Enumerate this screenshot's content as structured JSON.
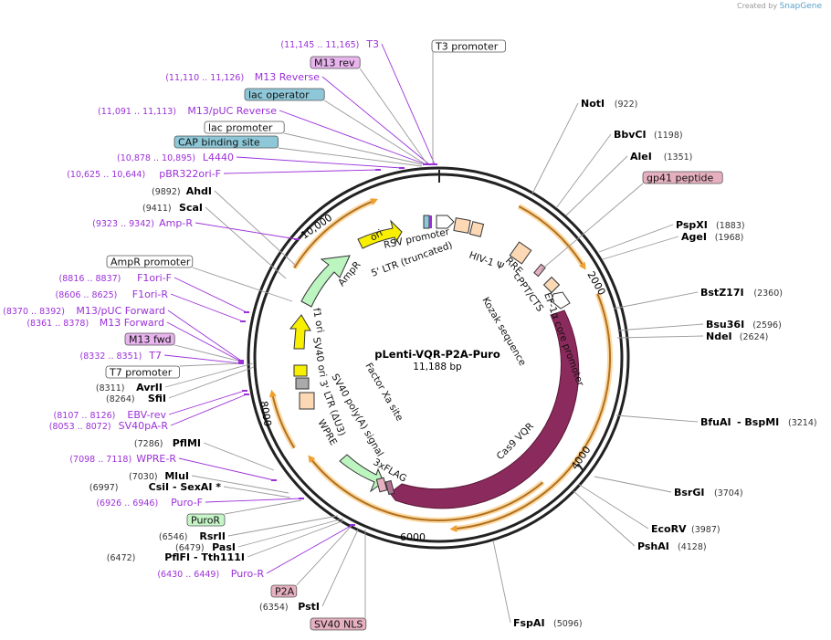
{
  "credit": {
    "prefix": "Created by",
    "brand": "SnapGene"
  },
  "plasmid": {
    "name": "pLenti-VQR-P2A-Puro",
    "length": "11,188 bp"
  },
  "colors": {
    "primer": "#9b30d9",
    "backbone": "#222222",
    "orange": "#f0a030",
    "cas9": "#8b2a5c",
    "ampr": "#bdf5c0",
    "ori": "#f8f000"
  },
  "ticks": [
    {
      "label": "2000"
    },
    {
      "label": "4000"
    },
    {
      "label": "6000"
    },
    {
      "label": "8000"
    },
    {
      "label": "10,000"
    }
  ],
  "enzymes_right": [
    {
      "name": "NotI",
      "pos": "(922)"
    },
    {
      "name": "BbvCI",
      "pos": "(1198)"
    },
    {
      "name": "AleI",
      "pos": "(1351)"
    },
    {
      "name": "PspXI",
      "pos": "(1883)"
    },
    {
      "name": "AgeI",
      "pos": "(1968)"
    },
    {
      "name": "BstZ17I",
      "pos": "(2360)"
    },
    {
      "name": "Bsu36I",
      "pos": "(2596)"
    },
    {
      "name": "NdeI",
      "pos": "(2624)"
    },
    {
      "name": "BfuAI",
      "name2": "BspMI",
      "pos": "(3214)"
    },
    {
      "name": "BsrGI",
      "pos": "(3704)"
    },
    {
      "name": "EcoRV",
      "pos": "(3987)"
    },
    {
      "name": "PshAI",
      "pos": "(4128)"
    },
    {
      "name": "FspAI",
      "pos": "(5096)"
    }
  ],
  "enzymes_left": [
    {
      "name": "AhdI",
      "pos": "(9892)"
    },
    {
      "name": "ScaI",
      "pos": "(9411)"
    },
    {
      "name": "AvrII",
      "pos": "(8311)"
    },
    {
      "name": "SfiI",
      "pos": "(8264)"
    },
    {
      "name": "PflMI",
      "pos": "(7286)"
    },
    {
      "name": "MluI",
      "pos": "(7030)"
    },
    {
      "name": "CsiI",
      "name2": "SexAI *",
      "pos": "(6997)"
    },
    {
      "name": "RsrII",
      "pos": "(6546)"
    },
    {
      "name": "PasI",
      "pos": "(6479)"
    },
    {
      "name": "PflFI",
      "name2": "Tth111I",
      "pos": "(6472)"
    },
    {
      "name": "PstI",
      "pos": "(6354)"
    }
  ],
  "primers": [
    {
      "name": "T3",
      "pos": "(11,145 .. 11,165)"
    },
    {
      "name": "M13 Reverse",
      "pos": "(11,110 .. 11,126)"
    },
    {
      "name": "M13/pUC Reverse",
      "pos": "(11,091 .. 11,113)"
    },
    {
      "name": "L4440",
      "pos": "(10,878 .. 10,895)"
    },
    {
      "name": "pBR322ori-F",
      "pos": "(10,625 .. 10,644)"
    },
    {
      "name": "Amp-R",
      "pos": "(9323 .. 9342)"
    },
    {
      "name": "F1ori-F",
      "pos": "(8816 .. 8837)"
    },
    {
      "name": "F1ori-R",
      "pos": "(8606 .. 8625)"
    },
    {
      "name": "M13/pUC Forward",
      "pos": "(8370 .. 8392)"
    },
    {
      "name": "M13 Forward",
      "pos": "(8361 .. 8378)"
    },
    {
      "name": "T7",
      "pos": "(8332 .. 8351)"
    },
    {
      "name": "EBV-rev",
      "pos": "(8107 .. 8126)"
    },
    {
      "name": "SV40pA-R",
      "pos": "(8053 .. 8072)"
    },
    {
      "name": "WPRE-R",
      "pos": "(7098 .. 7118)"
    },
    {
      "name": "Puro-F",
      "pos": "(6926 .. 6946)"
    },
    {
      "name": "Puro-R",
      "pos": "(6430 .. 6449)"
    }
  ],
  "boxed_labels": [
    {
      "text": "T3 promoter",
      "fill": "#ffffff"
    },
    {
      "text": "M13 rev",
      "fill": "#e8b4ee"
    },
    {
      "text": "lac operator",
      "fill": "#8ec8d8"
    },
    {
      "text": "lac promoter",
      "fill": "#ffffff"
    },
    {
      "text": "CAP binding site",
      "fill": "#8ec8d8"
    },
    {
      "text": "gp41 peptide",
      "fill": "#e6b0c0"
    },
    {
      "text": "AmpR promoter",
      "fill": "#ffffff"
    },
    {
      "text": "M13 fwd",
      "fill": "#e8b4ee"
    },
    {
      "text": "T7 promoter",
      "fill": "#ffffff"
    },
    {
      "text": "PuroR",
      "fill": "#c6f5c8"
    },
    {
      "text": "P2A",
      "fill": "#e6b0c0"
    },
    {
      "text": "SV40 NLS",
      "fill": "#e6b0c0"
    }
  ],
  "feature_labels": [
    {
      "text": "RSV promoter"
    },
    {
      "text": "5' LTR (truncated)"
    },
    {
      "text": "HIV-1 Ψ"
    },
    {
      "text": "RRE"
    },
    {
      "text": "cPPT/CTS"
    },
    {
      "text": "EF-1α core promoter"
    },
    {
      "text": "Kozak sequence"
    },
    {
      "text": "Cas9 VQR"
    },
    {
      "text": "3xFLAG"
    },
    {
      "text": "WPRE"
    },
    {
      "text": "3' LTR (ΔU3)"
    },
    {
      "text": "SV40 poly(A) signal"
    },
    {
      "text": "Factor Xa site"
    },
    {
      "text": "SV40 ori"
    },
    {
      "text": "f1 ori"
    },
    {
      "text": "AmpR"
    },
    {
      "text": "ori"
    }
  ]
}
